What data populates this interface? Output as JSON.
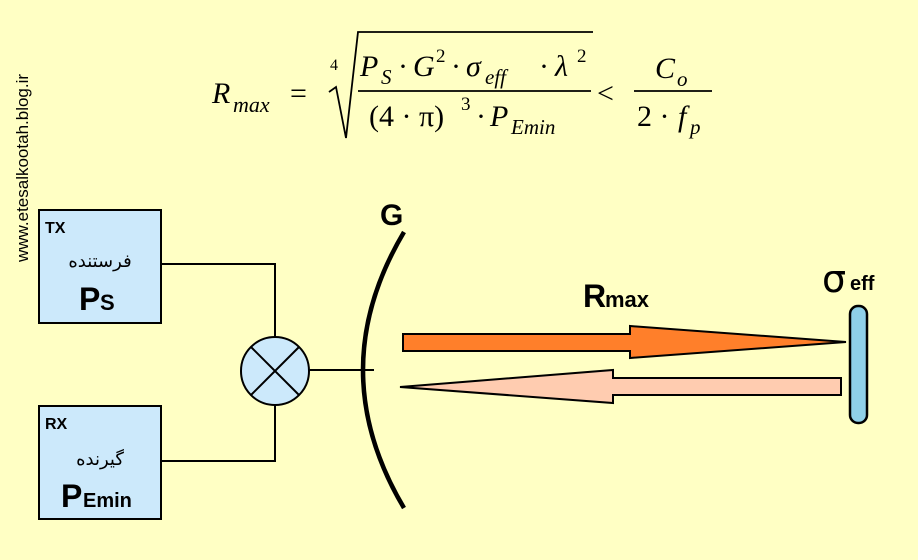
{
  "watermark": "www.etesalkootah.blog.ir",
  "formula": {
    "lhs_R": "R",
    "lhs_sub": "max",
    "equals": "=",
    "root_index": "4",
    "num_Ps_P": "P",
    "num_Ps_sub": "S",
    "num_dot": "·",
    "num_G": "G",
    "num_G_exp": "2",
    "num_sigma": "σ",
    "num_sigma_sub": "eff",
    "num_lambda": "λ",
    "num_lambda_exp": "2",
    "den_open": "(4 · π)",
    "den_exp": "3",
    "den_P": "P",
    "den_P_sub": "Emin",
    "less_than": "<",
    "rhs_C": "C",
    "rhs_C_sub": "o",
    "rhs_den": "2 · ",
    "rhs_f": "f",
    "rhs_f_sub": "p"
  },
  "tx_box": {
    "tag": "TX",
    "persian": "فرستنده",
    "main": "P",
    "sub": "S"
  },
  "rx_box": {
    "tag": "RX",
    "persian": "گیرنده",
    "main": "P",
    "sub": "Emin"
  },
  "antenna_label": "G",
  "range_label": {
    "main": "R",
    "sub": "max"
  },
  "target_label": {
    "main": "σ",
    "sub": "eff"
  },
  "colors": {
    "background": "#FFFFC4",
    "box_fill": "#CCE9FB",
    "mixer_fill": "#CCE9FB",
    "target_fill": "#8FD0E8",
    "forward_arrow": "#FF7F2A",
    "return_arrow": "#FFCCB0",
    "stroke": "#000000"
  },
  "icons": {
    "mixer": "circle-x-mixer-icon",
    "antenna": "parabolic-reflector-icon",
    "target": "reflector-target-icon"
  }
}
